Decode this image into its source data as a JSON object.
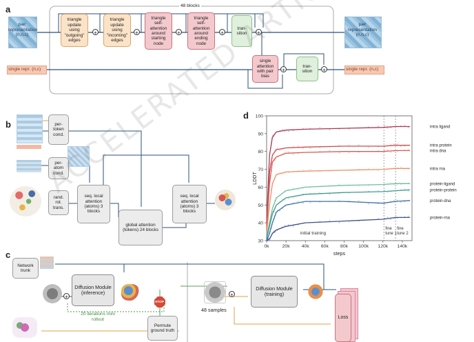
{
  "panel_a": {
    "letter": "a",
    "blocks_label": "48 blocks",
    "pair_in": "pair representation (n,n,c)",
    "pair_out": "pair representation (n,n,c)",
    "single_in": "single repr. (n,c)",
    "single_out": "single repr. (n,c)",
    "box1": "triangle update using \"outgoing\" edges",
    "box2": "triangle update using \"incoming\" edges",
    "box3": "triangle self-attention around starting node",
    "box4": "triangle self-attention around ending node",
    "box5": "tran-sition",
    "box6": "single attention with pair bias",
    "box7": "tran-sition"
  },
  "panel_b": {
    "letter": "b",
    "box_token": "per-token cond.",
    "box_atom": "per-atom cond.",
    "box_rand": "rand. rot. trans.",
    "box_local1": "seq. local attention (atoms) 3 blocks",
    "box_global": "global attention (tokens) 24 blocks",
    "box_local2": "seq. local attention (atoms) 3 blocks"
  },
  "panel_c": {
    "letter": "c",
    "trunk": "Network trunk",
    "diff_inf": "Diffusion Module (inference)",
    "iterations": "20 iterations mini rollout",
    "stop": "STOP",
    "permute": "Permute ground truth",
    "samples": "48 samples",
    "diff_train": "Diffusion Module (training)",
    "loss": "Loss"
  },
  "watermark": "ACCELERATED ARTICLE PREVIEW",
  "chart_data": {
    "type": "line",
    "panel_letter": "d",
    "xlabel": "steps",
    "ylabel": "LDDT",
    "xlim": [
      0,
      150000
    ],
    "ylim": [
      30,
      100
    ],
    "x_ticks": [
      "0k",
      "20k",
      "40k",
      "60k",
      "80k",
      "100k",
      "120k",
      "140k"
    ],
    "y_ticks": [
      30,
      40,
      50,
      60,
      70,
      80,
      90,
      100
    ],
    "phases": [
      {
        "label": "initial training"
      },
      {
        "label": "fine tune 1",
        "x_start": 121000
      },
      {
        "label": "fine tune 2",
        "x_start": 133000
      }
    ],
    "series": [
      {
        "name": "intra ligand",
        "color": "#a8364f",
        "x": [
          0,
          3000,
          6000,
          10000,
          20000,
          40000,
          80000,
          120000,
          133000,
          148000
        ],
        "values": [
          40,
          78,
          88,
          91,
          92,
          92.5,
          93,
          93.5,
          94,
          94
        ]
      },
      {
        "name": "intra protein",
        "color": "#cf4a4c",
        "x": [
          0,
          3000,
          6000,
          10000,
          20000,
          40000,
          80000,
          120000,
          133000,
          148000
        ],
        "values": [
          38,
          68,
          78,
          81,
          82,
          82.5,
          83,
          83,
          83.5,
          83.5
        ]
      },
      {
        "name": "intra dna",
        "color": "#d95c52",
        "x": [
          0,
          3000,
          6000,
          10000,
          20000,
          40000,
          80000,
          120000,
          133000,
          148000
        ],
        "values": [
          36,
          62,
          74,
          77,
          79,
          79.5,
          80,
          80,
          80.5,
          80.5
        ]
      },
      {
        "name": "intra rna",
        "color": "#e8906a",
        "x": [
          0,
          3000,
          6000,
          10000,
          20000,
          40000,
          80000,
          120000,
          133000,
          148000
        ],
        "values": [
          34,
          50,
          62,
          67,
          68.5,
          69,
          69.5,
          70,
          70.5,
          70.5
        ]
      },
      {
        "name": "protein-ligand",
        "color": "#6cbf9e",
        "x": [
          0,
          3000,
          6000,
          10000,
          20000,
          40000,
          80000,
          120000,
          133000,
          148000
        ],
        "values": [
          32,
          40,
          48,
          54,
          58,
          60,
          61,
          61.5,
          62,
          62
        ]
      },
      {
        "name": "protein-protein",
        "color": "#3f9a8f",
        "x": [
          0,
          3000,
          6000,
          10000,
          20000,
          40000,
          80000,
          120000,
          133000,
          148000
        ],
        "values": [
          31,
          38,
          45,
          50,
          54,
          56,
          57,
          57.5,
          58,
          58.5
        ]
      },
      {
        "name": "protein-dna",
        "color": "#3a6fa5",
        "x": [
          0,
          3000,
          6000,
          10000,
          20000,
          40000,
          80000,
          120000,
          133000,
          148000
        ],
        "values": [
          30,
          34,
          40,
          46,
          50,
          52,
          52,
          51,
          52,
          52.5
        ]
      },
      {
        "name": "protein-rna",
        "color": "#3b4f8a",
        "x": [
          0,
          3000,
          6000,
          10000,
          20000,
          40000,
          80000,
          120000,
          133000,
          148000
        ],
        "values": [
          30,
          31,
          34,
          36,
          38,
          40,
          41,
          42,
          43,
          43
        ]
      }
    ]
  }
}
